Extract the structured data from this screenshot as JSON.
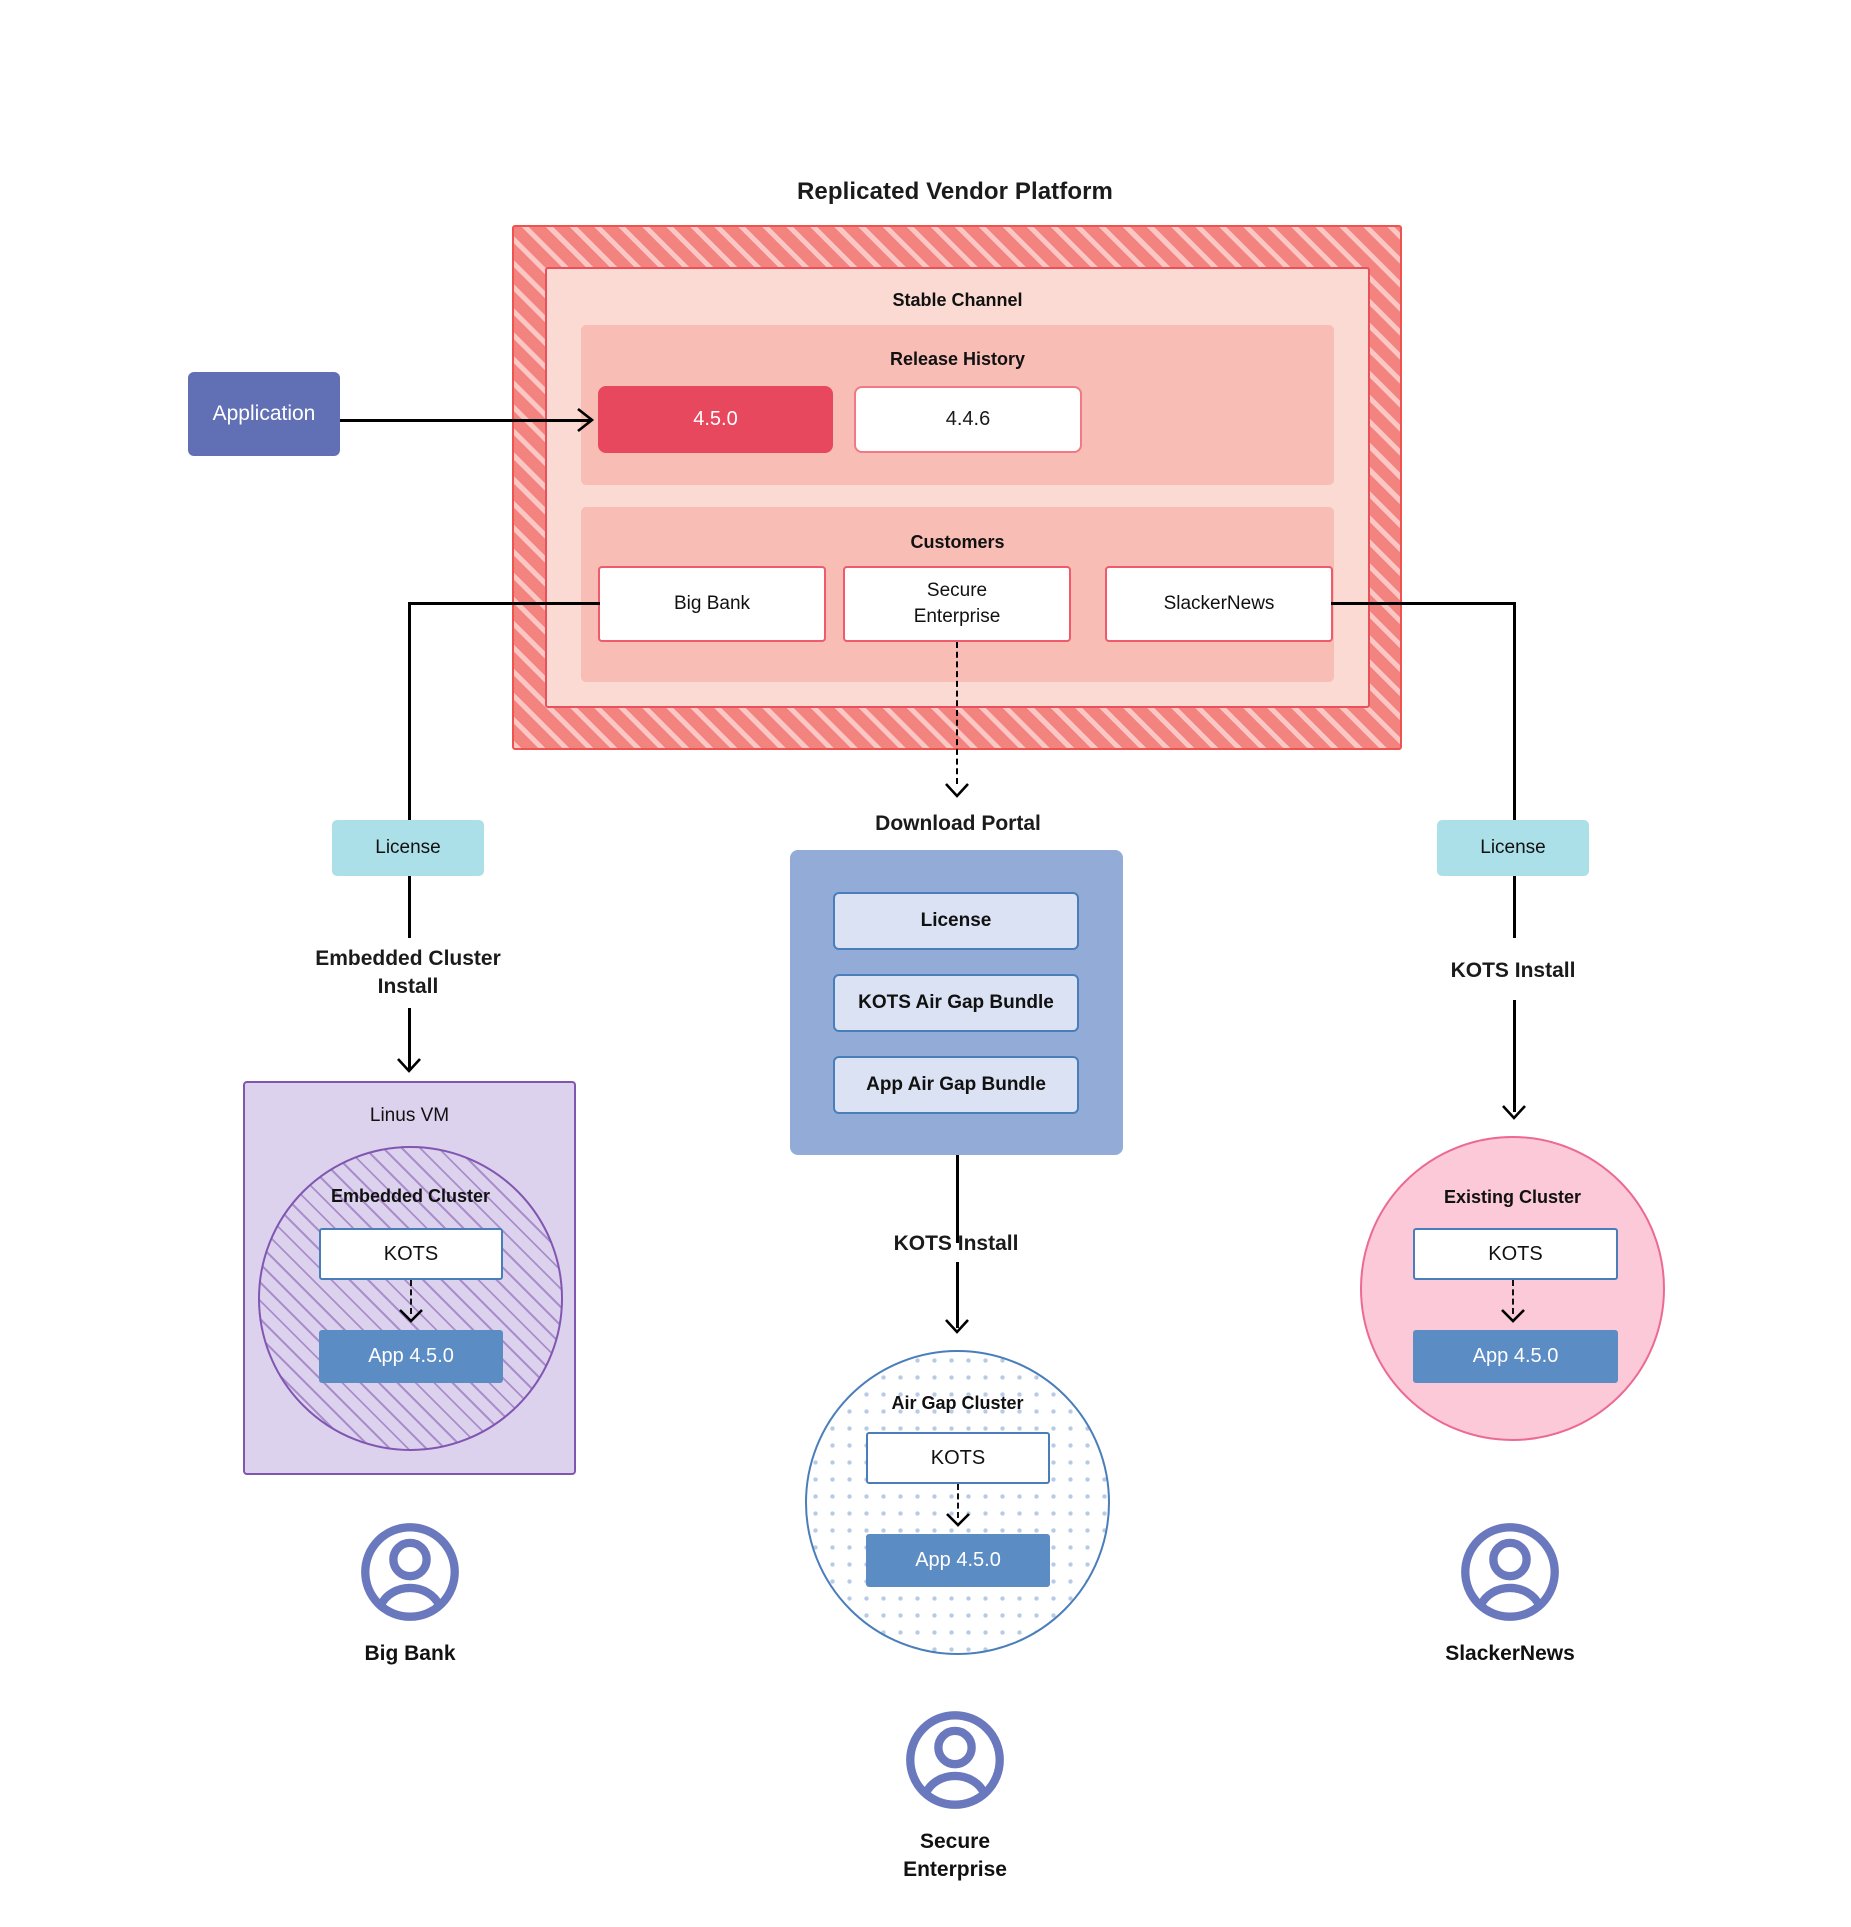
{
  "platform": {
    "title": "Replicated Vendor Platform",
    "channel_title": "Stable Channel",
    "release_history_title": "Release History",
    "releases": [
      {
        "version": "4.5.0",
        "state": "current"
      },
      {
        "version": "4.4.6",
        "state": "past"
      }
    ],
    "customers_title": "Customers",
    "customers": [
      {
        "name": "Big Bank"
      },
      {
        "name": "Secure\nEnterprise"
      },
      {
        "name": "SlackerNews"
      }
    ]
  },
  "application": {
    "label": "Application"
  },
  "left_branch": {
    "license_label": "License",
    "install_label": "Embedded Cluster\nInstall",
    "vm_label": "Linus VM",
    "cluster_label": "Embedded Cluster",
    "kots_label": "KOTS",
    "app_label": "App 4.5.0",
    "customer_label": "Big Bank"
  },
  "center_branch": {
    "portal_title": "Download  Portal",
    "portal_items": [
      {
        "label": "License"
      },
      {
        "label": "KOTS Air Gap Bundle"
      },
      {
        "label": "App Air Gap Bundle"
      }
    ],
    "install_label": "KOTS Install",
    "cluster_label": "Air Gap Cluster",
    "kots_label": "KOTS",
    "app_label": "App 4.5.0",
    "customer_label": "Secure\nEnterprise"
  },
  "right_branch": {
    "license_label": "License",
    "install_label": "KOTS Install",
    "cluster_label": "Existing Cluster",
    "kots_label": "KOTS",
    "app_label": "App 4.5.0",
    "customer_label": "SlackerNews"
  },
  "colors": {
    "platform_fill": "#f3837f",
    "platform_border": "#ef5350",
    "channel_fill": "#fbdad4",
    "section_fill": "#f8bdb4",
    "release_current": "#e8485e",
    "customer_border": "#ef5b6b",
    "application_fill": "#6170b5",
    "license_fill": "#ace0e8",
    "vm_fill": "#ddd2ee",
    "vm_border": "#8156b0",
    "portal_fill": "#92abd7",
    "portal_item_fill": "#dbe2f3",
    "kots_border": "#4a7ebb",
    "app_fill": "#5b8cc4",
    "existing_cluster_fill": "#fbc9d7",
    "existing_cluster_border": "#ec6a92",
    "avatar": "#6a78bd"
  }
}
